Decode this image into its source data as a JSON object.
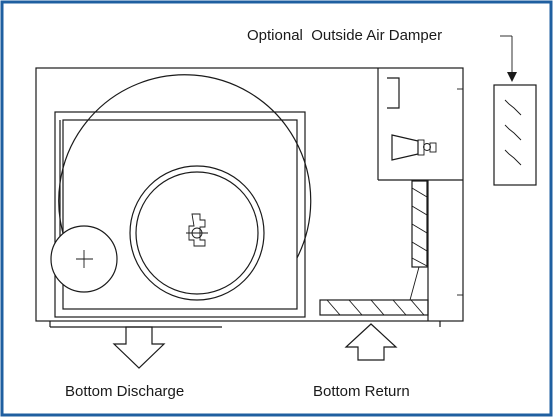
{
  "labels": {
    "damper": "Optional  Outside Air Damper",
    "discharge": "Bottom Discharge",
    "return": "Bottom Return"
  },
  "colors": {
    "frame_border": "#1f5fa0",
    "line": "#1a1a1a",
    "background": "#ffffff"
  }
}
